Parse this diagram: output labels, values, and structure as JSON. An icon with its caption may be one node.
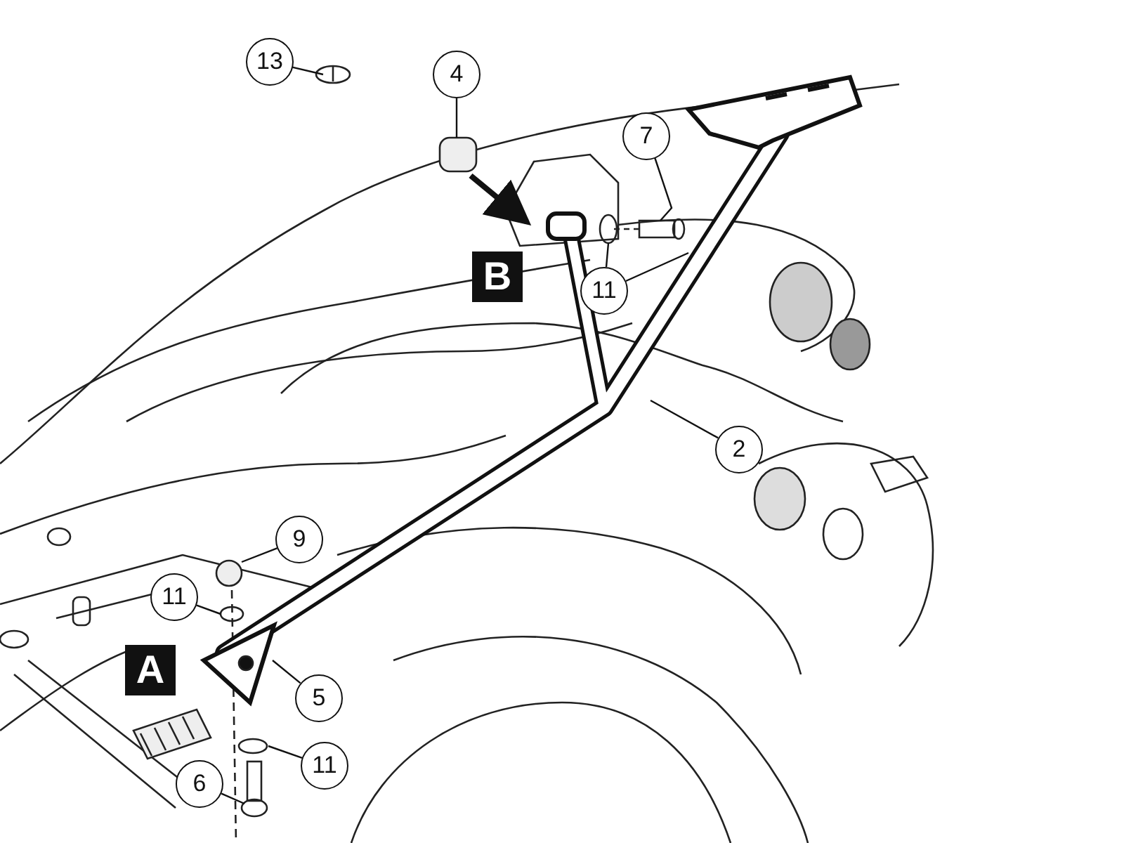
{
  "diagram": {
    "nodes": [
      {
        "text": [
          "13"
        ]
      },
      {
        "text": [
          "4"
        ]
      },
      {
        "text": [
          "7"
        ]
      },
      {
        "text": [
          "11"
        ]
      },
      {
        "text": [
          "2"
        ]
      },
      {
        "text": [
          "9"
        ]
      },
      {
        "text": [
          "11"
        ]
      },
      {
        "text": [
          "5"
        ]
      },
      {
        "text": [
          "11"
        ]
      },
      {
        "text": [
          "6"
        ]
      }
    ],
    "edges": [
      {
        "from": 0,
        "to": null,
        "arrow": "none"
      },
      {
        "from": 1,
        "to": null,
        "arrow": "none"
      },
      {
        "from": 2,
        "to": null,
        "arrow": "none"
      },
      {
        "from": 3,
        "to": null,
        "arrow": "none"
      },
      {
        "from": 3,
        "to": null,
        "arrow": "none"
      },
      {
        "from": 4,
        "to": null,
        "arrow": "none"
      },
      {
        "from": 5,
        "to": null,
        "arrow": "none"
      },
      {
        "from": 6,
        "to": null,
        "arrow": "none"
      },
      {
        "from": 7,
        "to": null,
        "arrow": "none"
      },
      {
        "from": 8,
        "to": null,
        "arrow": "none"
      },
      {
        "from": 9,
        "to": null,
        "arrow": "none"
      }
    ],
    "labels": [
      "B",
      "A"
    ]
  }
}
